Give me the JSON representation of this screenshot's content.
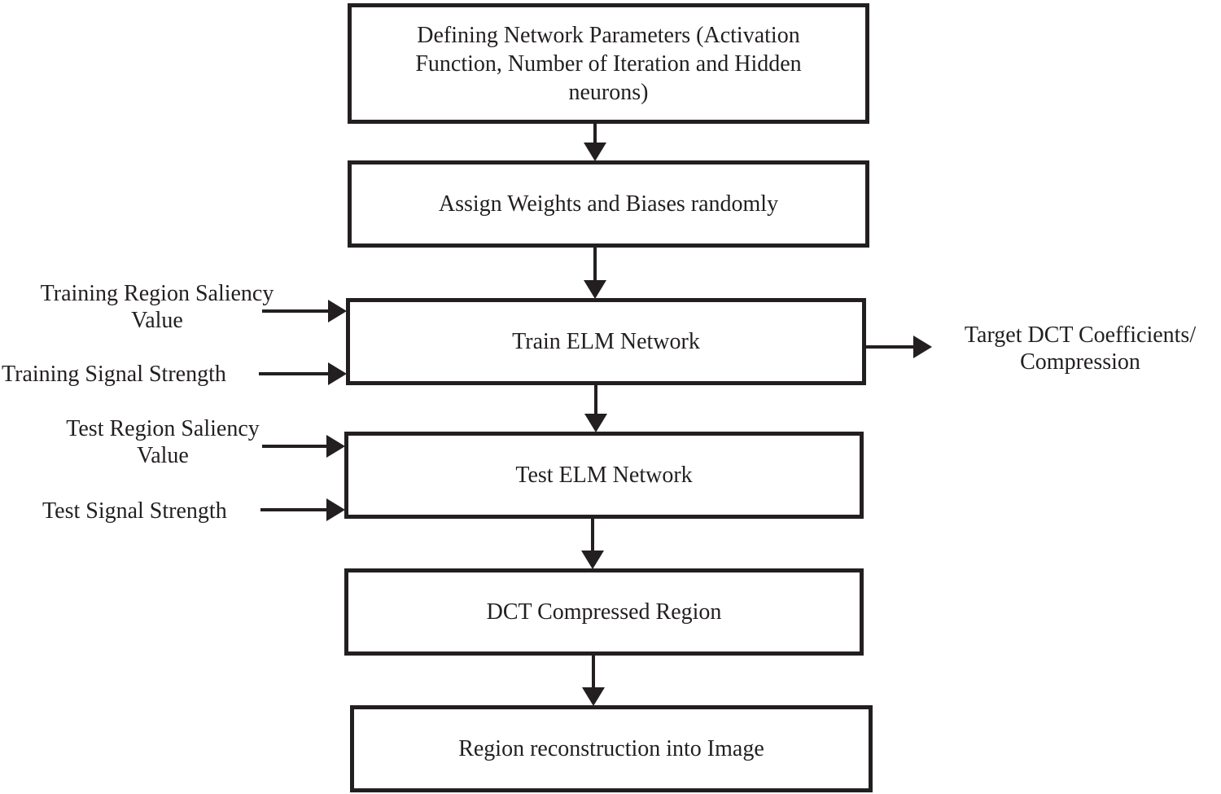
{
  "diagram": {
    "colors": {
      "line": "#231f20",
      "background": "#ffffff"
    },
    "boxes": {
      "define_parameters": "Defining Network Parameters (Activation Function, Number of Iteration and Hidden neurons)",
      "assign_weights": "Assign Weights and Biases randomly",
      "train_elm": "Train ELM Network",
      "test_elm": "Test ELM Network",
      "dct_compressed": "DCT Compressed Region",
      "region_reconstruction": "Region reconstruction into Image"
    },
    "inputs": {
      "training_region_saliency": "Training Region Saliency Value",
      "training_signal_strength": "Training Signal Strength",
      "test_region_saliency": "Test Region Saliency Value",
      "test_signal_strength": "Test Signal Strength"
    },
    "outputs": {
      "target_dct": "Target DCT Coefficients/ Compression"
    }
  }
}
